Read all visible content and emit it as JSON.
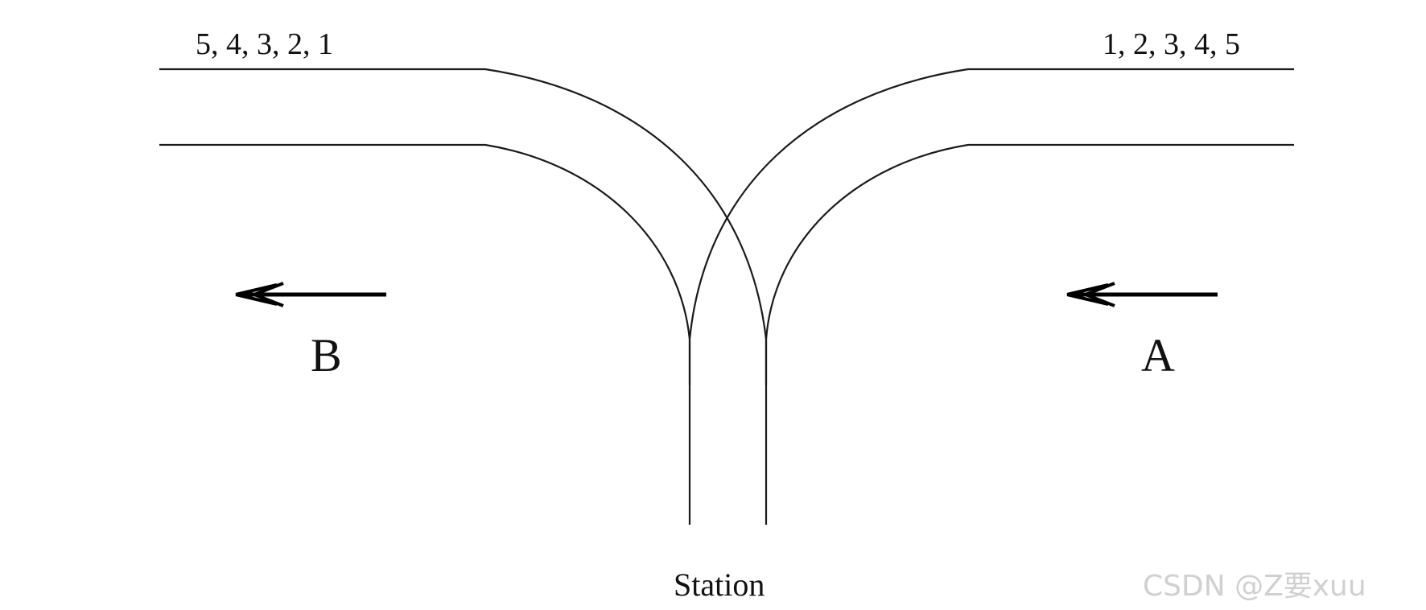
{
  "diagram": {
    "left_sequence": "5, 4, 3, 2, 1",
    "right_sequence": "1, 2, 3, 4, 5",
    "left_direction_label": "B",
    "right_direction_label": "A",
    "station_label": "Station",
    "watermark": "CSDN @Z要xuu"
  }
}
